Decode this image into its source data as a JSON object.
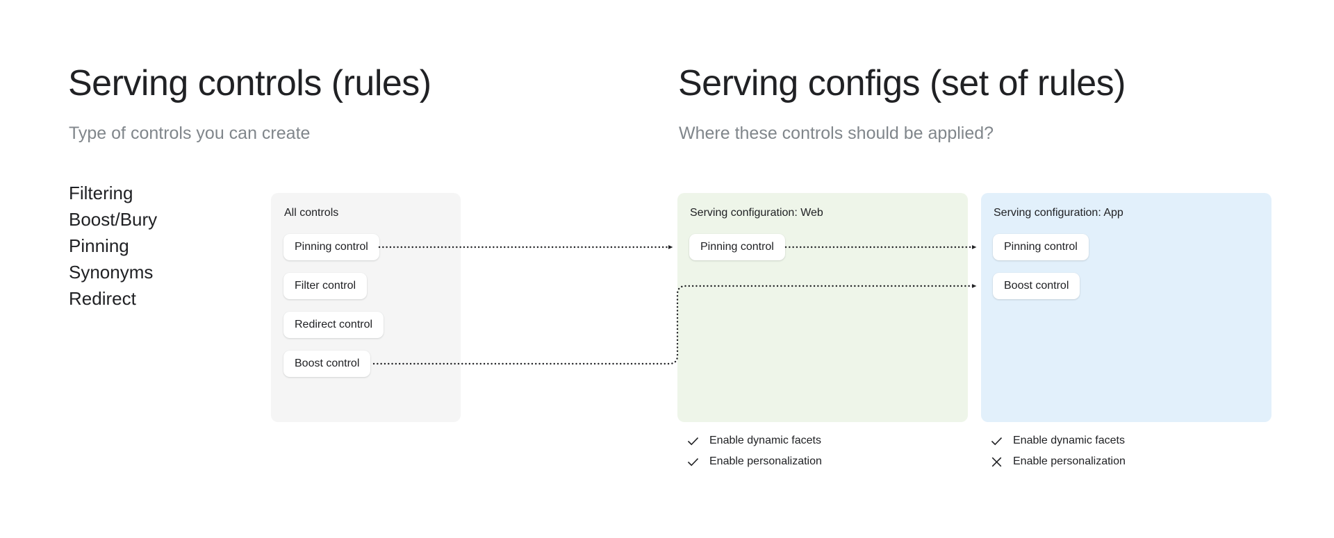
{
  "columns": {
    "left": {
      "title": "Serving controls (rules)",
      "subtitle": "Type of controls you can create"
    },
    "right": {
      "title": "Serving configs (set of rules)",
      "subtitle": "Where these controls should be applied?"
    }
  },
  "control_types": [
    {
      "label": "Filtering"
    },
    {
      "label": "Boost/Bury"
    },
    {
      "label": "Pinning"
    },
    {
      "label": "Synonyms"
    },
    {
      "label": "Redirect"
    }
  ],
  "panels": {
    "all_controls": {
      "label": "All controls",
      "background_color": "#f5f5f5",
      "chips": [
        {
          "label": "Pinning control"
        },
        {
          "label": "Filter control"
        },
        {
          "label": "Redirect control"
        },
        {
          "label": "Boost control"
        }
      ]
    },
    "serving_config_web": {
      "label": "Serving configuration: Web",
      "background_color": "#eef5e9",
      "chips": [
        {
          "label": "Pinning control"
        }
      ],
      "options": [
        {
          "label": "Enable dynamic facets",
          "icon": "check-icon",
          "enabled": true
        },
        {
          "label": "Enable personalization",
          "icon": "check-icon",
          "enabled": true
        }
      ]
    },
    "serving_config_app": {
      "label": "Serving configuration: App",
      "background_color": "#e2f0fb",
      "chips": [
        {
          "label": "Pinning control"
        },
        {
          "label": "Boost control"
        }
      ],
      "options": [
        {
          "label": "Enable dynamic facets",
          "icon": "check-icon",
          "enabled": true
        },
        {
          "label": "Enable personalization",
          "icon": "close-icon",
          "enabled": false
        }
      ]
    }
  },
  "connectors": [
    {
      "name": "pinning-all-to-web",
      "from": "All controls / Pinning control",
      "to": "Serving configuration: Web / Pinning control",
      "style": "dotted-arrow"
    },
    {
      "name": "pinning-web-to-app",
      "from": "Serving configuration: Web / Pinning control",
      "to": "Serving configuration: App / Pinning control",
      "style": "dotted-arrow"
    },
    {
      "name": "boost-all-to-app",
      "from": "All controls / Boost control",
      "to": "Serving configuration: App / Boost control",
      "style": "dotted-arrow-elbow"
    }
  ],
  "colors": {
    "text": "#202124",
    "muted_text": "#80868b",
    "panel_gray": "#f5f5f5",
    "panel_green": "#eef5e9",
    "panel_blue": "#e2f0fb",
    "connector": "#202124",
    "chip_background": "#ffffff",
    "page_background": "#ffffff"
  }
}
